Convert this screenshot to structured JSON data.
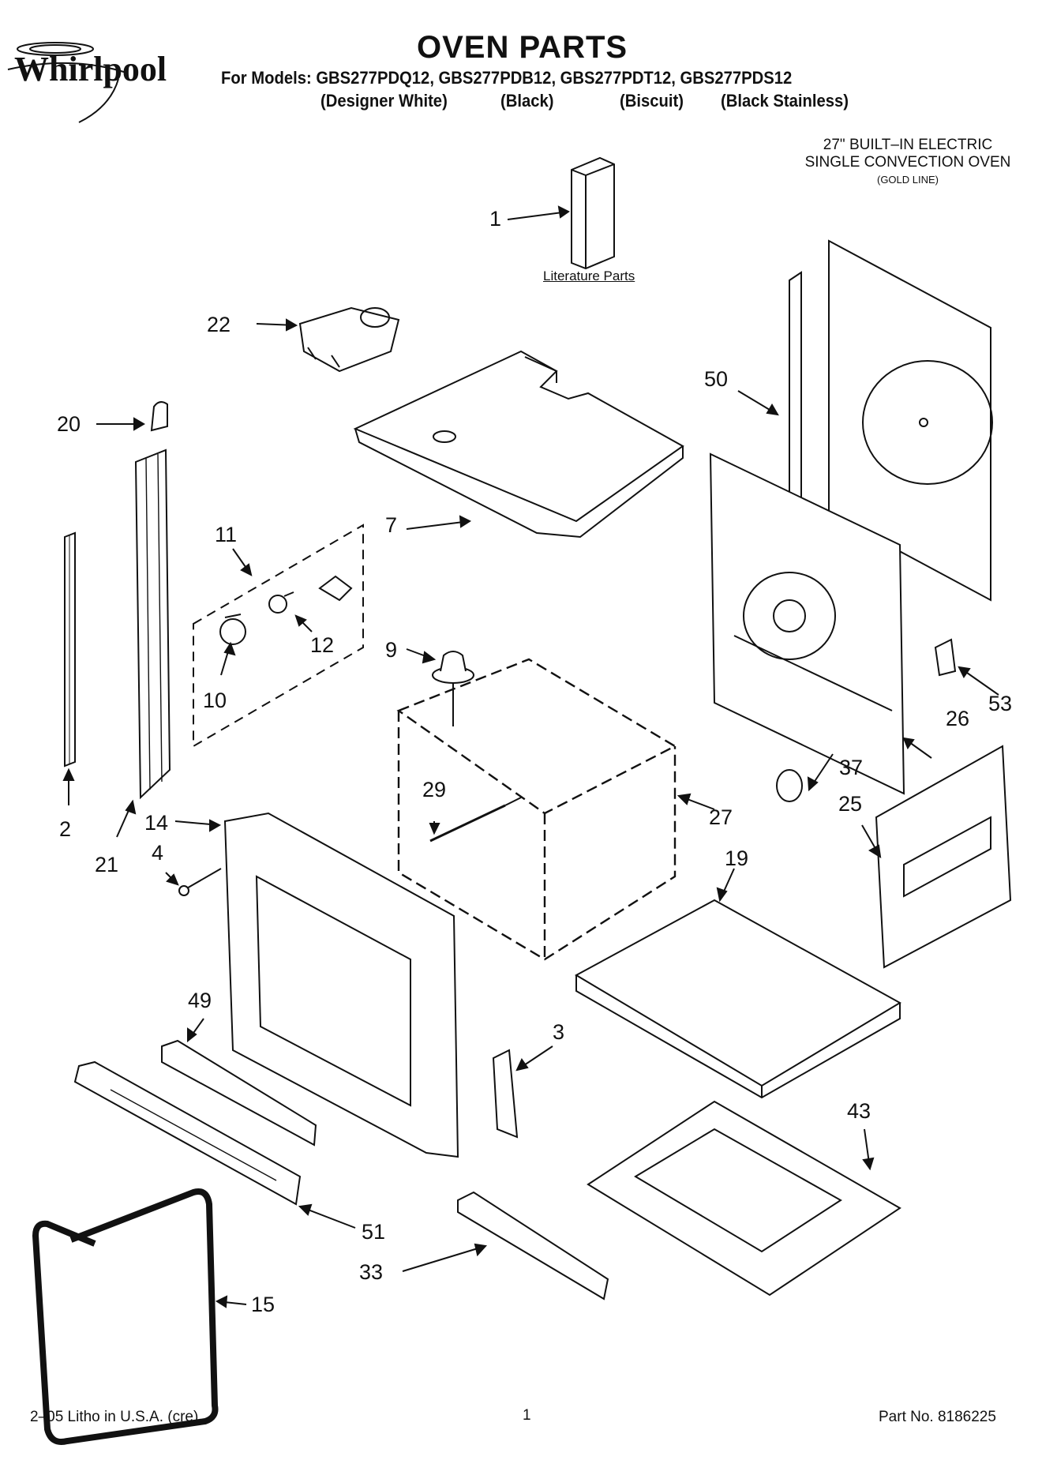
{
  "header": {
    "brand": "Whirlpool",
    "title": "OVEN PARTS",
    "models_line": "For Models: GBS277PDQ12, GBS277PDB12, GBS277PDT12, GBS277PDS12",
    "colors": [
      "(Designer White)",
      "(Black)",
      "(Biscuit)",
      "(Black Stainless)"
    ]
  },
  "product": {
    "line1": "27\" BUILT–IN ELECTRIC",
    "line2": "SINGLE CONVECTION OVEN",
    "line3": "(GOLD LINE)"
  },
  "literature_label": "Literature Parts",
  "callouts": [
    "1",
    "22",
    "50",
    "20",
    "7",
    "11",
    "12",
    "9",
    "10",
    "53",
    "26",
    "37",
    "2",
    "21",
    "14",
    "29",
    "27",
    "25",
    "4",
    "19",
    "49",
    "3",
    "43",
    "51",
    "33",
    "15"
  ],
  "footer": {
    "left": "2–05 Litho in U.S.A. (cre)",
    "center": "1",
    "right": "Part No. 8186225"
  }
}
